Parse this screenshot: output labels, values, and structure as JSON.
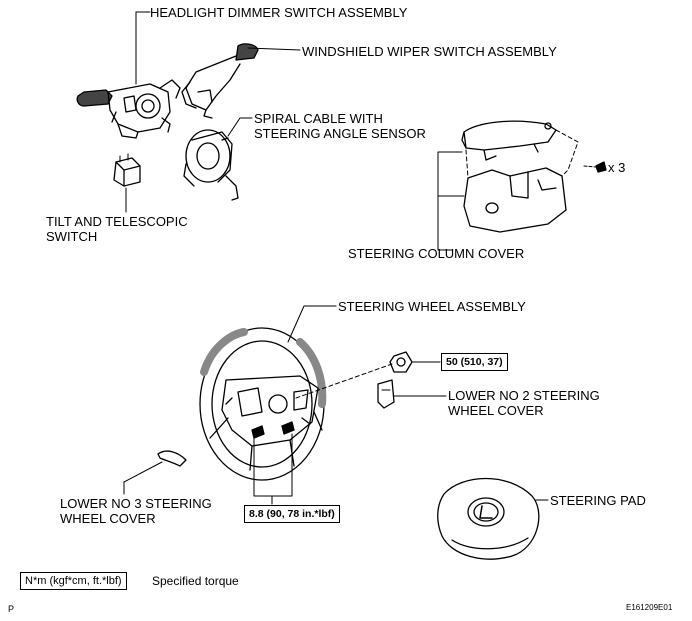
{
  "labels": {
    "headlight": "HEADLIGHT DIMMER SWITCH ASSEMBLY",
    "wiper": "WINDSHIELD WIPER SWITCH ASSEMBLY",
    "spiral_1": "SPIRAL CABLE WITH",
    "spiral_2": "STEERING ANGLE SENSOR",
    "tilt_1": "TILT AND TELESCOPIC",
    "tilt_2": "SWITCH",
    "column_cover": "STEERING COLUMN COVER",
    "screw_qty": "x 3",
    "wheel": "STEERING WHEEL ASSEMBLY",
    "lower2_1": "LOWER NO  2 STEERING",
    "lower2_2": "WHEEL COVER",
    "lower3_1": "LOWER NO  3 STEERING",
    "lower3_2": "WHEEL COVER",
    "pad": "STEERING PAD"
  },
  "torque": {
    "nut": "50 (510, 37)",
    "bolts": "8.8 (90, 78 in.*lbf)"
  },
  "legend": {
    "unit_box": "N*m (kgf*cm, ft.*lbf)",
    "text": "Specified torque"
  },
  "footer": {
    "left": "P",
    "right": "E161209E01"
  }
}
